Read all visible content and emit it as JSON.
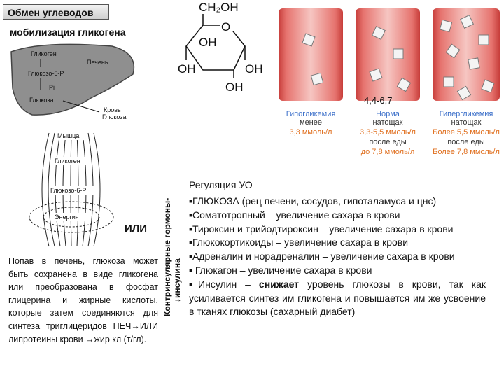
{
  "header": {
    "title": "Обмен углеводов",
    "subtitle": "мобилизация гликогена"
  },
  "liver_diagram": {
    "glycogen": "Гликоген",
    "liver": "Печень",
    "g6p": "Глюкозо-6-Р",
    "pi": "Pi",
    "glucose": "Глюкоза",
    "blood_glucose": [
      "Кровь",
      "Глюкоза"
    ]
  },
  "muscle_diagram": {
    "muscle": "Мышца",
    "glycogen": "Гликоген",
    "g6p": "Глюкозо-6-Р",
    "energy": "Энергия"
  },
  "or_label": "ИЛИ",
  "left_paragraph": "Попав в печень, глюкоза может быть сохранена в виде гликогена или преобразована в фосфат глицерина и жирные кислоты, которые затем соединяются для синтеза триглицеридов ПЕЧ→ИЛИ липротеины крови →жир кл (т/гл).",
  "vertical_label": [
    "Контринсулярные гормоны-",
    "↓инсулина"
  ],
  "chem": {
    "ch2oh": "CH₂OH",
    "o": "O",
    "oh": "OH"
  },
  "vessels": {
    "reference": "4,4-6,7",
    "panels": [
      {
        "name": "Гипогликемия",
        "l1": "менее",
        "l2": "3,3 ммоль/л",
        "color": "#3b6fc9"
      },
      {
        "name": "Норма",
        "l1": "натощак",
        "l2": "3,3-5,5 ммоль/л",
        "l3": "после еды",
        "l4": "до 7,8 ммоль/л",
        "color": "#3b6fc9"
      },
      {
        "name": "Гипергликемия",
        "l1": "натощак",
        "l2": "Более 5,5 ммоль/л",
        "l3": "после еды",
        "l4": "Более 7,8 ммоль/л",
        "color": "#3b6fc9"
      }
    ]
  },
  "regulation": {
    "title": "Регуляция УО",
    "items": [
      "▪ГЛЮКОЗА (рец печени, сосудов, гипоталамуса и цнс)",
      "▪Соматотропный – увеличение сахара в крови",
      "▪Тироксин и трийодтироксин – увеличение сахара в крови",
      "▪Глюкокортикоиды – увеличение сахара в крови",
      "▪Адреналин и норадреналин – увеличение сахара в крови",
      "▪ Глюкагон – увеличение сахара в крови"
    ],
    "insulin_pre": "▪Инсулин – ",
    "insulin_bold": "снижает",
    "insulin_post": " уровень глюкозы в крови, так как усиливается синтез им гликогена и повышается им же усвоение в тканях глюкозы (сахарный диабет)"
  },
  "colors": {
    "vessel_red": "#d9534f",
    "vessel_pink": "#f3b8b4",
    "text_blue": "#2f5fb3",
    "accent_orange": "#e07020"
  }
}
